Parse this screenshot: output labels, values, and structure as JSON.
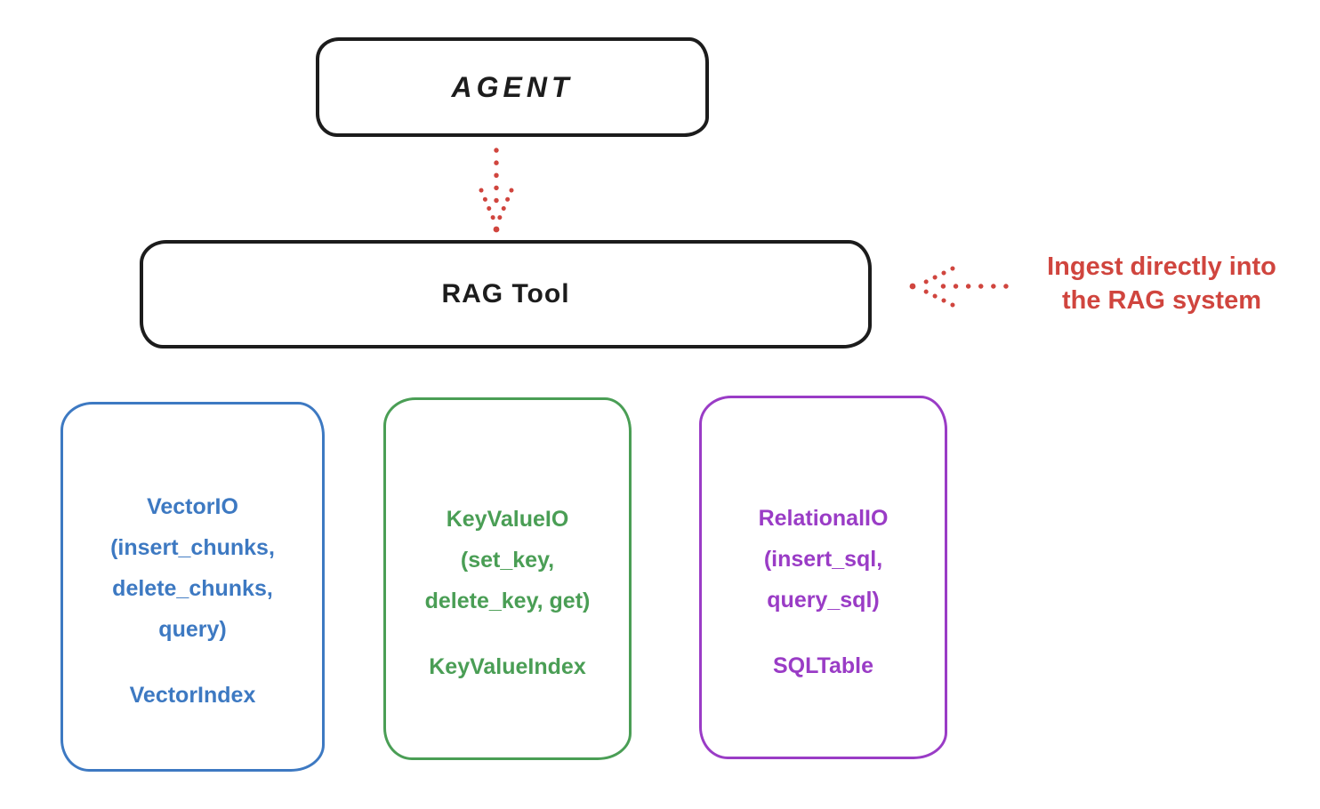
{
  "colors": {
    "ink": "#1c1c1c",
    "red": "#d0453e",
    "blue": "#3d79c2",
    "green": "#4a9e55",
    "purple": "#9a3cc6",
    "bg": "#ffffff"
  },
  "nodes": {
    "agent": {
      "label": "AGENT"
    },
    "rag_tool": {
      "label": "RAG Tool"
    }
  },
  "annotation": {
    "line1": "Ingest directly into",
    "line2": "the RAG system"
  },
  "backends": [
    {
      "id": "vector",
      "color": "#3d79c2",
      "lines": [
        "VectorIO",
        "(insert_chunks,",
        "delete_chunks,",
        "query)"
      ],
      "index_label": "VectorIndex"
    },
    {
      "id": "keyvalue",
      "color": "#4a9e55",
      "lines": [
        "KeyValueIO",
        "(set_key,",
        "delete_key, get)"
      ],
      "index_label": "KeyValueIndex"
    },
    {
      "id": "relational",
      "color": "#9a3cc6",
      "lines": [
        "RelationalIO",
        "(insert_sql,",
        "query_sql)"
      ],
      "index_label": "SQLTable"
    }
  ],
  "arrows": [
    {
      "name": "agent-to-rag-tool",
      "style": "dotted",
      "direction": "down",
      "color": "#d0453e"
    },
    {
      "name": "ingest-into-rag-tool",
      "style": "dotted",
      "direction": "left",
      "color": "#d0453e"
    }
  ]
}
